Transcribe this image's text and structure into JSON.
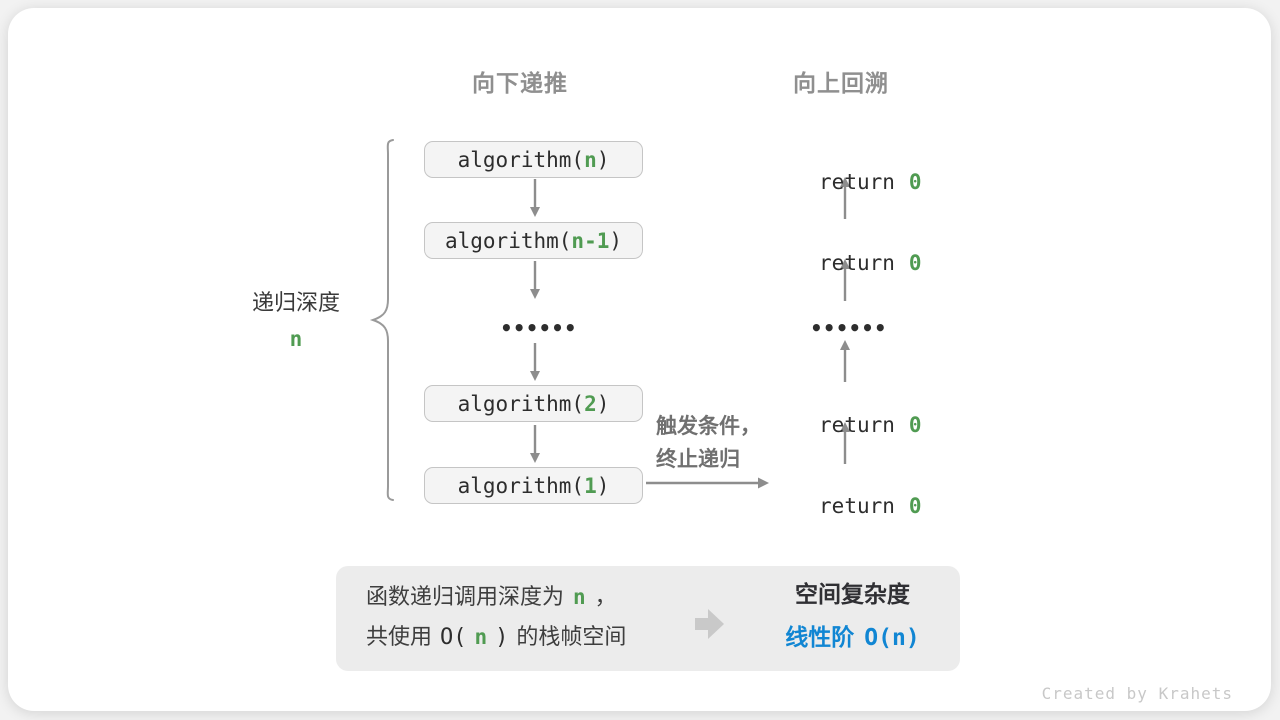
{
  "headers": {
    "descend": "向下递推",
    "backtrack": "向上回溯"
  },
  "depth": {
    "label": "递归深度",
    "value": "n"
  },
  "stack": {
    "ellipsis": "••••••",
    "boxes": [
      {
        "prefix": "algorithm(",
        "arg": "n",
        "suffix": ")"
      },
      {
        "prefix": "algorithm(",
        "arg": "n-1",
        "suffix": ")"
      },
      {
        "prefix": "algorithm(",
        "arg": "2",
        "suffix": ")"
      },
      {
        "prefix": "algorithm(",
        "arg": "1",
        "suffix": ")"
      }
    ]
  },
  "returns": {
    "ellipsis": "••••••",
    "items": [
      {
        "prefix": "return",
        "value": "0"
      },
      {
        "prefix": "return",
        "value": "0"
      },
      {
        "prefix": "return",
        "value": "0"
      },
      {
        "prefix": "return",
        "value": "0"
      }
    ]
  },
  "base_case_note": {
    "line1": "触发条件，",
    "line2": "终止递归"
  },
  "summary": {
    "cause": {
      "line1_text": "函数递归调用深度为",
      "line1_var": "n",
      "line1_tail": "，",
      "line2_head": "共使用",
      "line2_code_open": "O(",
      "line2_code_var": "n",
      "line2_code_close": ")",
      "line2_tail": "的栈帧空间"
    },
    "effect": {
      "title": "空间复杂度",
      "complexity_name": "线性阶",
      "complexity_code": "O(n)"
    }
  },
  "watermark": "Created by Krahets",
  "colors": {
    "green": "#509b52",
    "blue": "#1186d3",
    "gray_arrow": "#8d8d8d"
  }
}
